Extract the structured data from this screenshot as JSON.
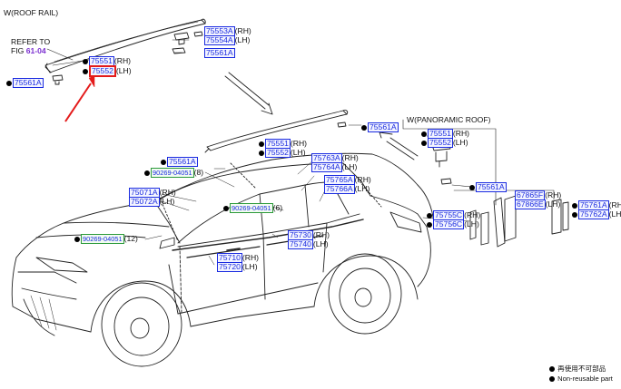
{
  "headers": {
    "roof_rail": "W(ROOF RAIL)",
    "panoramic_roof": "W(PANORAMIC ROOF)"
  },
  "refer": {
    "line1": "REFER TO",
    "line2_prefix": "FIG",
    "fig_number": "61-04"
  },
  "parts": {
    "p75553A": "75553A",
    "p75553A_suf": "(RH)",
    "p75554A": "75554A",
    "p75554A_suf": "(LH)",
    "p75561A": "75561A",
    "p75551": "75551",
    "p75551_suf": "(RH)",
    "p75552": "75552",
    "p75552_suf": "(LH)",
    "p90269_a": "90269-04051",
    "p90269_a_suf": "(8)",
    "p90269_b": "90269-04051",
    "p90269_b_suf": "(6)",
    "p90269_c": "90269-04051",
    "p90269_c_suf": "(12)",
    "p75071A": "75071A",
    "p75071A_suf": "(RH)",
    "p75072A": "75072A",
    "p75072A_suf": "(LH)",
    "p75763A": "75763A",
    "p75763A_suf": "(RH)",
    "p75764A": "75764A",
    "p75764A_suf": "(LH)",
    "p75765A": "75765A",
    "p75765A_suf": "(RH)",
    "p75766A": "75766A",
    "p75766A_suf": "(LH)",
    "p75730": "75730",
    "p75730_suf": "(RH)",
    "p75740": "75740",
    "p75740_suf": "(LH)",
    "p75710": "75710",
    "p75710_suf": "(RH)",
    "p75720": "75720",
    "p75720_suf": "(LH)",
    "p75755C": "75755C",
    "p75755C_suf": "(RH)",
    "p75756C": "75756C",
    "p75756C_suf": "(LH)",
    "p67865F": "67865F",
    "p67865F_suf": "(RH)",
    "p67866E": "67866E",
    "p67866E_suf": "(LH)",
    "p75761A": "75761A",
    "p75761A_suf": "(RH)",
    "p75762A": "75762A",
    "p75762A_suf": "(LH)"
  },
  "legend": {
    "non_reusable_jp": "再使用不可部品",
    "non_reusable_en": "Non-reusable part"
  },
  "colors": {
    "part_blue": "#1a2be0",
    "bolt_green": "#2b9a3a",
    "highlight_red": "#e41b1b",
    "fig_purple": "#7b2fd0"
  }
}
